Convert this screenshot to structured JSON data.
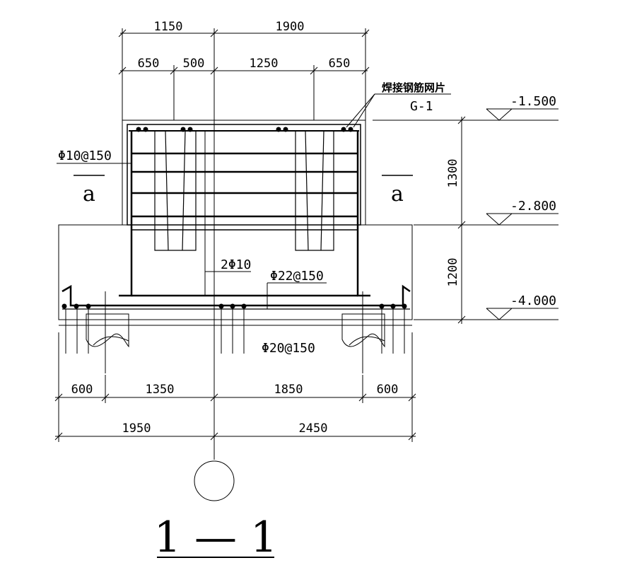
{
  "dimensions": {
    "top_row1": [
      "1150",
      "1900"
    ],
    "top_row2": [
      "650",
      "500",
      "1250",
      "650"
    ],
    "bottom_row1": [
      "600",
      "1350",
      "1850",
      "600"
    ],
    "bottom_row2": [
      "1950",
      "2450"
    ],
    "right_vertical": [
      "1300",
      "1200"
    ]
  },
  "elevations": [
    "-1.500",
    "-2.800",
    "-4.000"
  ],
  "callouts": {
    "welded_mesh": "焊接钢筋网片",
    "mesh_code": "G-1",
    "stirrup": "Φ10@150",
    "two_bars": "2Φ10",
    "top_bars": "Φ22@150",
    "bottom_bars": "Φ20@150"
  },
  "section_marks": [
    "a",
    "a"
  ],
  "title": "1 — 1"
}
